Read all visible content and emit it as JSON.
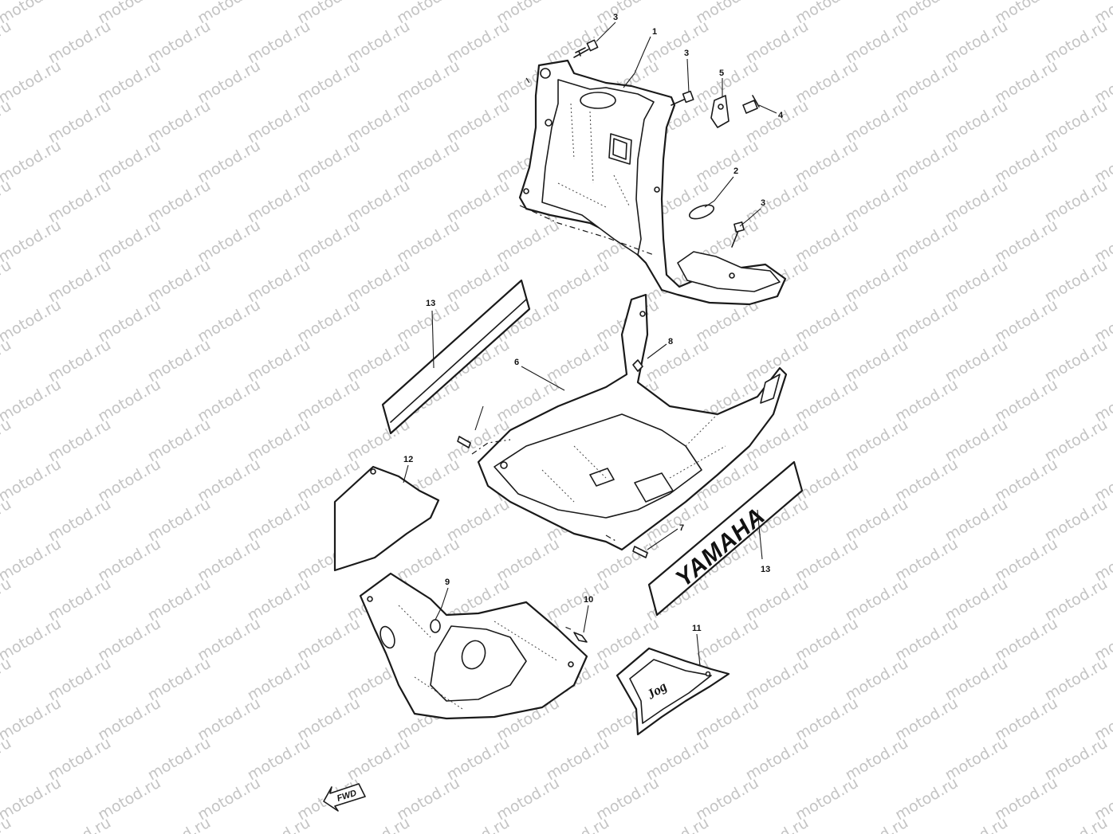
{
  "watermark": {
    "text": "motod.ru",
    "color": "#c4c4c4"
  },
  "callouts": [
    {
      "id": "c-1",
      "label": "1"
    },
    {
      "id": "c-2",
      "label": "2"
    },
    {
      "id": "c-3a",
      "label": "3"
    },
    {
      "id": "c-3b",
      "label": "3"
    },
    {
      "id": "c-3c",
      "label": "3"
    },
    {
      "id": "c-4",
      "label": "4"
    },
    {
      "id": "c-5",
      "label": "5"
    },
    {
      "id": "c-6",
      "label": "6"
    },
    {
      "id": "c-7",
      "label": "7"
    },
    {
      "id": "c-8",
      "label": "8"
    },
    {
      "id": "c-9",
      "label": "9"
    },
    {
      "id": "c-10",
      "label": "10"
    },
    {
      "id": "c-11",
      "label": "11"
    },
    {
      "id": "c-12",
      "label": "12"
    },
    {
      "id": "c-13a",
      "label": "13"
    },
    {
      "id": "c-13b",
      "label": "13"
    }
  ],
  "decals": {
    "brand_text": "YAMAHA",
    "model_script": "Jog",
    "fwd_text": "FWD"
  }
}
